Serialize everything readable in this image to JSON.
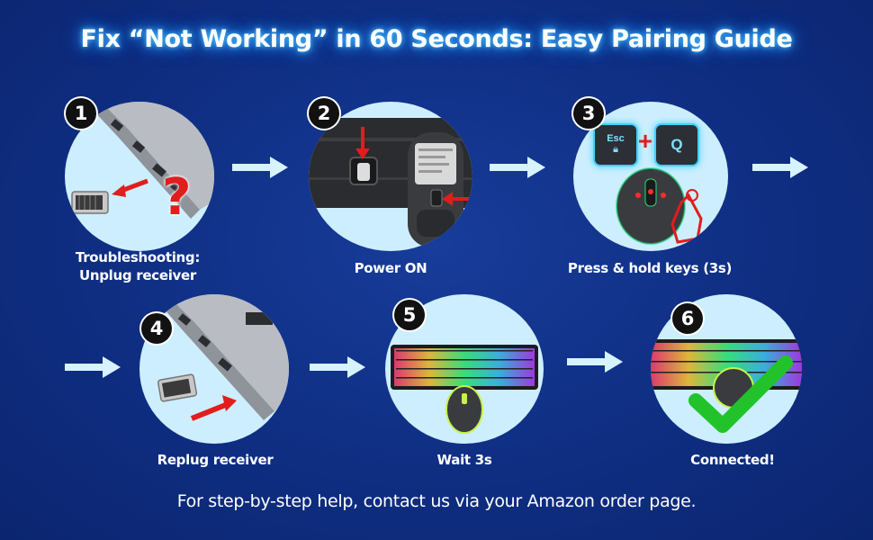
{
  "title": "Fix “Not Working” in 60 Seconds: Easy Pairing Guide",
  "steps": [
    {
      "number": "1",
      "label_line1": "Troubleshooting:",
      "label_line2": "Unplug receiver",
      "question_mark": "?"
    },
    {
      "number": "2",
      "label": "Power ON"
    },
    {
      "number": "3",
      "label": "Press & hold keys (3s)",
      "key1": "Esc",
      "plus": "+",
      "key2": "Q"
    },
    {
      "number": "4",
      "label": "Replug receiver"
    },
    {
      "number": "5",
      "label": "Wait 3s"
    },
    {
      "number": "6",
      "label": "Connected!"
    }
  ],
  "footer": "For step-by-step help, contact us via your Amazon order page.",
  "colors": {
    "background": "#0f2e82",
    "circle": "#cdeeff",
    "arrow": "#d6f3ff",
    "accent_red": "#e11d1d",
    "check_green": "#22c32a"
  }
}
